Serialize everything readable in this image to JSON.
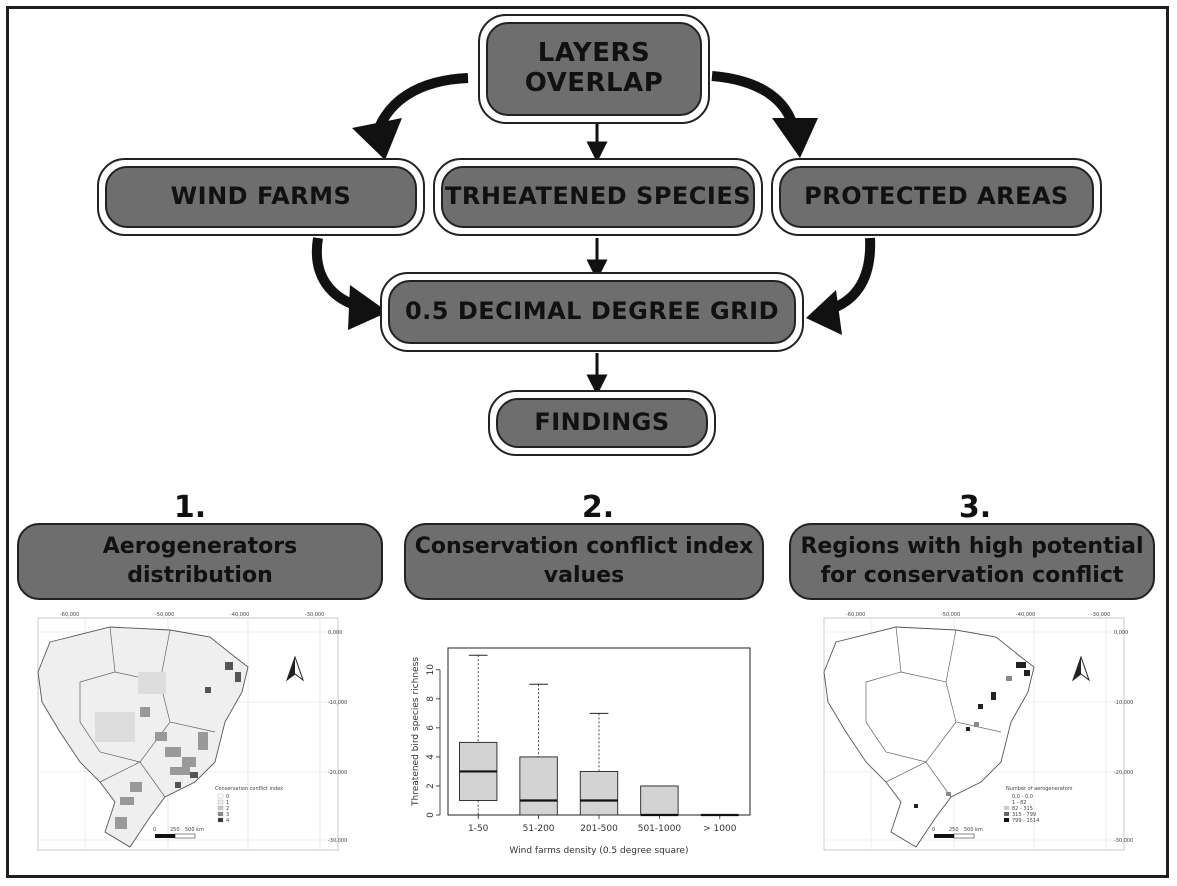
{
  "flow": {
    "top": "LAYERS OVERLAP",
    "wind_farms": "WIND FARMS",
    "species": "TRHEATENED SPECIES",
    "protected": "PROTECTED AREAS",
    "grid": "0.5 DECIMAL DEGREE GRID",
    "findings": "FINDINGS"
  },
  "steps": [
    {
      "num": "1.",
      "title": "Aerogenerators distribution"
    },
    {
      "num": "2.",
      "title": "Conservation conflict index values"
    },
    {
      "num": "3.",
      "title": "Regions with high potential for conservation conflict"
    }
  ],
  "map1": {
    "legend_title": "Conservation conflict index",
    "legend_items": [
      "0",
      "1",
      "2",
      "3",
      "4"
    ],
    "scale_labels": [
      "0",
      "250",
      "500 km"
    ],
    "lon_labels": [
      "-60,000",
      "-50,000",
      "-40,000",
      "-30,000"
    ],
    "lat_labels": [
      "0,000",
      "-10,000",
      "-20,000",
      "-30,000"
    ]
  },
  "map3": {
    "legend_title": "Number of aerogenerators",
    "legend_items": [
      "0,0 - 0,0",
      "1 - 82",
      "82 - 315",
      "315 - 799",
      "799 - 1514"
    ],
    "scale_labels": [
      "0",
      "250",
      "500 km"
    ],
    "lon_labels": [
      "-60,000",
      "-50,000",
      "-40,000",
      "-30,000"
    ],
    "lat_labels": [
      "0,000",
      "-10,000",
      "-20,000",
      "-30,000"
    ]
  },
  "chart_data": {
    "type": "boxplot",
    "categories": [
      "1-50",
      "51-200",
      "201-500",
      "501-1000",
      "> 1000"
    ],
    "boxes": [
      {
        "min": 0,
        "q1": 1,
        "median": 3,
        "q3": 5,
        "max": 11
      },
      {
        "min": 0,
        "q1": 0,
        "median": 1,
        "q3": 4,
        "max": 9
      },
      {
        "min": 0,
        "q1": 0,
        "median": 1,
        "q3": 3,
        "max": 7
      },
      {
        "min": 0,
        "q1": 0,
        "median": 0,
        "q3": 2,
        "max": 2
      },
      {
        "min": 0,
        "q1": 0,
        "median": 0,
        "q3": 0,
        "max": 0
      }
    ],
    "xlabel": "Wind farms density (0.5 degree square)",
    "ylabel": "Threatened bird species richness",
    "yticks": [
      0,
      2,
      4,
      6,
      8,
      10
    ],
    "ylim": [
      0,
      11.5
    ],
    "box_color": "#d3d3d3"
  }
}
